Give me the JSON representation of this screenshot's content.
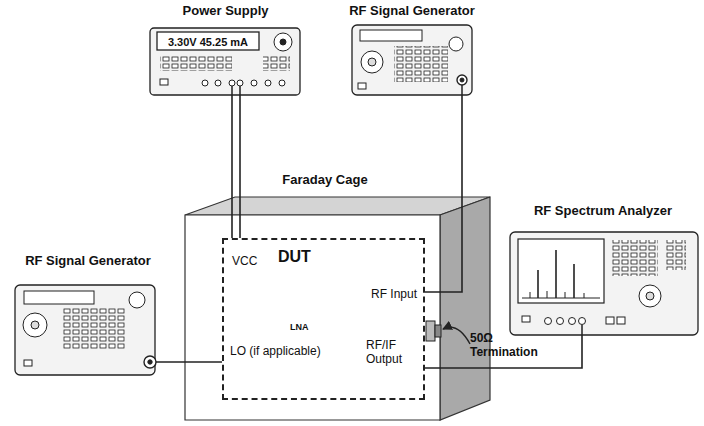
{
  "diagram": {
    "nodes": [
      {
        "text": [
          "Power Supply",
          "3.30V 45.25 mA"
        ]
      },
      {
        "text": [
          "RF Signal Generator"
        ]
      },
      {
        "text": [
          "Faraday Cage"
        ]
      },
      {
        "text": [
          "DUT"
        ],
        "in": 2
      },
      {
        "text": [
          "RF Spectrum Analyzer"
        ]
      },
      {
        "text": [
          "RF Signal Generator"
        ]
      }
    ],
    "edges": [
      {
        "from": 0,
        "to": 3,
        "arrow": "none"
      },
      {
        "from": 1,
        "to": 3,
        "arrow": "none"
      },
      {
        "from": 3,
        "to": 4,
        "arrow": "none"
      },
      {
        "from": 5,
        "to": 3,
        "arrow": "none"
      }
    ],
    "labels": [
      "VCC",
      "RF Input",
      "LNA",
      "LO (if applicable)",
      "RF/IF Output",
      "50Ω Termination"
    ]
  }
}
